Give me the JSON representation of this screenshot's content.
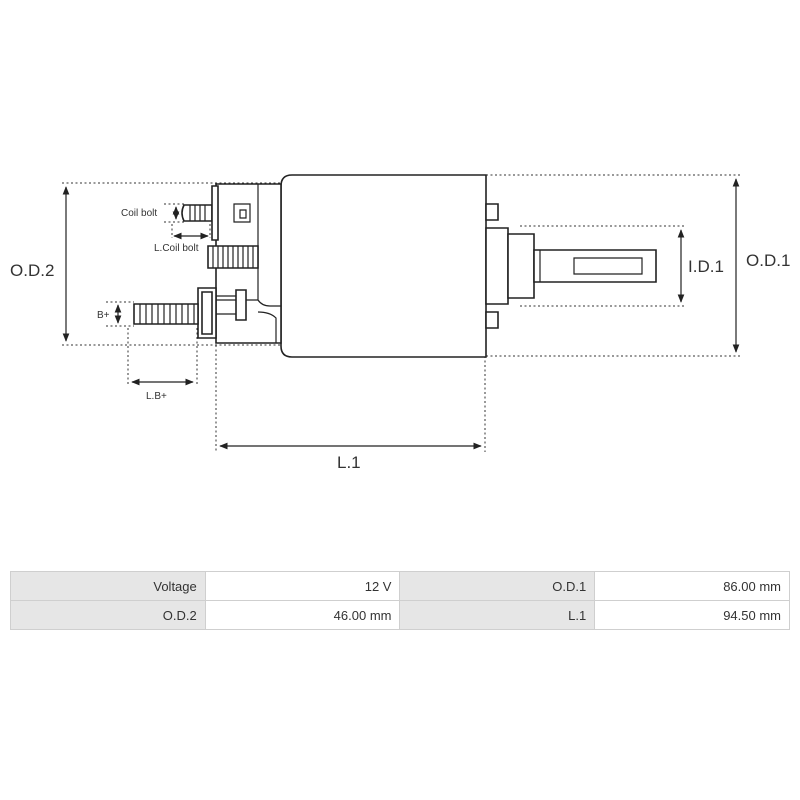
{
  "diagram": {
    "labels": {
      "od2": "O.D.2",
      "od1": "O.D.1",
      "id1": "I.D.1",
      "l1": "L.1",
      "coil_bolt": "Coil bolt",
      "l_coil_bolt": "L.Coil bolt",
      "b_plus": "B+",
      "l_b_plus": "L.B+"
    }
  },
  "specs": {
    "rows": [
      {
        "key1": "Voltage",
        "val1": "12 V",
        "key2": "O.D.1",
        "val2": "86.00 mm"
      },
      {
        "key1": "O.D.2",
        "val1": "46.00 mm",
        "key2": "L.1",
        "val2": "94.50 mm"
      }
    ]
  }
}
